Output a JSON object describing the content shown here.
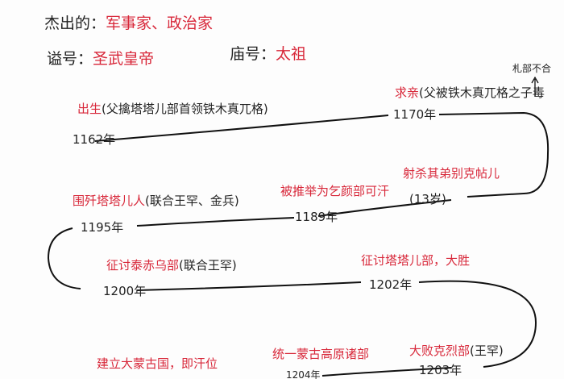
{
  "header": {
    "label1": "杰出的：",
    "value1": "军事家、政治家",
    "label2": "谥号：",
    "value2": "圣武皇帝",
    "label3": "庙号：",
    "value3": "太祖"
  },
  "events": [
    {
      "year": "1162年",
      "title": "出生",
      "note": "(父擒塔塔儿部首领铁木真兀格)"
    },
    {
      "year": "1170年",
      "title": "求亲",
      "note": "(父被铁木真兀格之子毒"
    },
    {
      "year": "(13岁)",
      "title": "射杀其弟别克帖儿",
      "note": ""
    },
    {
      "year": "1189年",
      "title": "被推举为乞颜部可汗",
      "note": ""
    },
    {
      "year": "1195年",
      "title": "围歼塔塔儿人",
      "note": "(联合王罕、金兵)"
    },
    {
      "year": "1200年",
      "title": "征讨泰赤乌部",
      "note": "(联合王罕)"
    },
    {
      "year": "1202年",
      "title": "征讨塔塔儿部，大胜",
      "note": ""
    },
    {
      "year": "1203年",
      "title": "大败克烈部",
      "note": "(王罕)"
    },
    {
      "year": "1204年",
      "title": "统一蒙古高原诸部",
      "note": ""
    },
    {
      "year": "",
      "title": "建立大蒙古国，即汗位",
      "note": ""
    }
  ],
  "annotation": "札部不合"
}
